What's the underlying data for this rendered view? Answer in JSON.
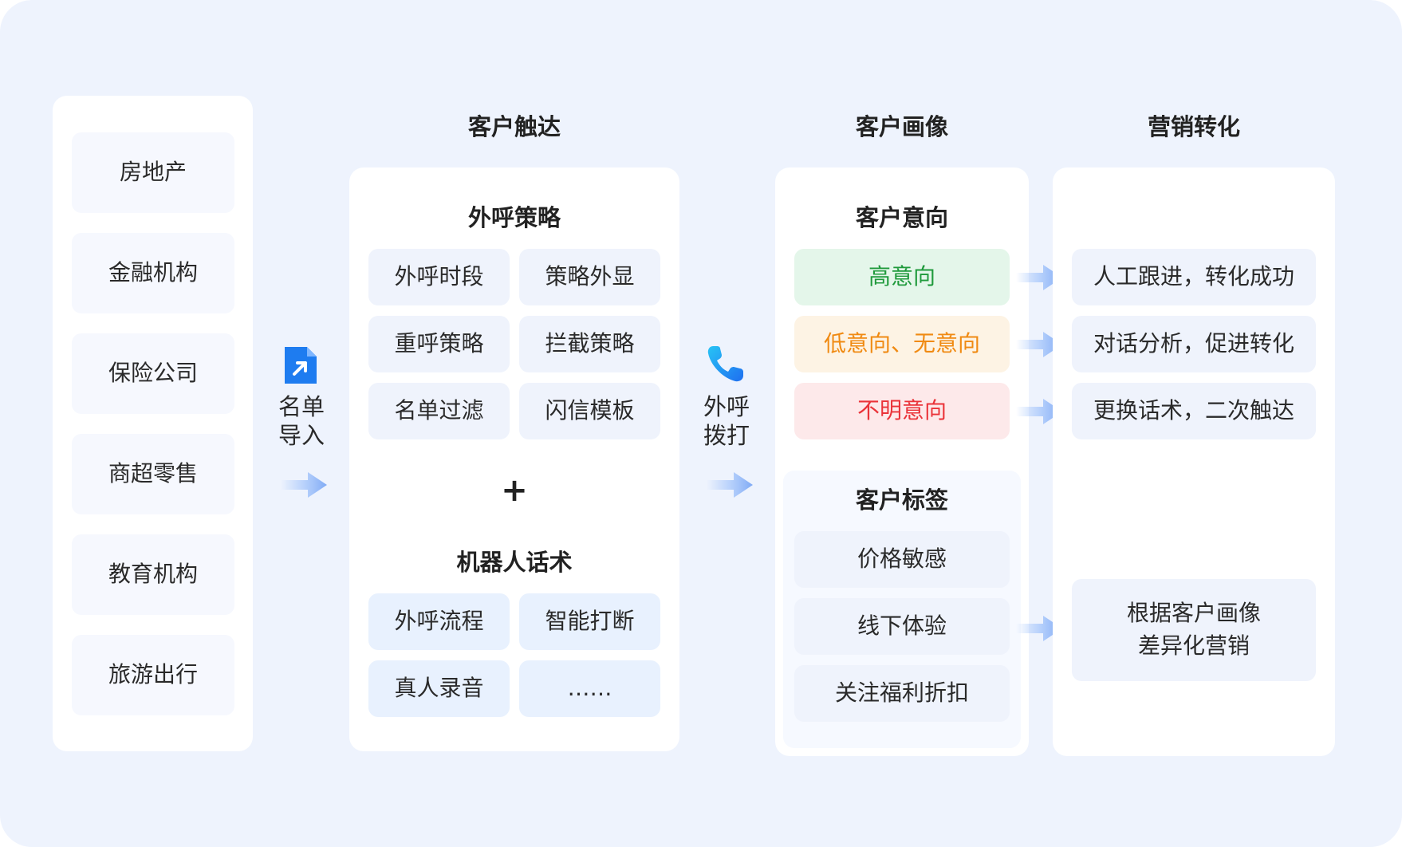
{
  "industries": [
    "房地产",
    "金融机构",
    "保险公司",
    "商超零售",
    "教育机构",
    "旅游出行"
  ],
  "import_label": "名单\n导入",
  "dial_label": "外呼\n拨打",
  "headers": {
    "reach": "客户触达",
    "portrait": "客户画像",
    "conversion": "营销转化"
  },
  "reach": {
    "strategy_title": "外呼策略",
    "strategy_items": [
      "外呼时段",
      "策略外显",
      "重呼策略",
      "拦截策略",
      "名单过滤",
      "闪信模板"
    ],
    "plus": "+",
    "script_title": "机器人话术",
    "script_items": [
      "外呼流程",
      "智能打断",
      "真人录音",
      "……"
    ]
  },
  "portrait": {
    "intent_title": "客户意向",
    "intents": [
      {
        "label": "高意向",
        "color": "#1f9a3c"
      },
      {
        "label": "低意向、无意向",
        "color": "#f08a12"
      },
      {
        "label": "不明意向",
        "color": "#ea3339"
      }
    ],
    "tags_title": "客户标签",
    "tags": [
      "价格敏感",
      "线下体验",
      "关注福利折扣"
    ]
  },
  "conversion": {
    "actions": [
      "人工跟进，转化成功",
      "对话分析，促进转化",
      "更换话术，二次触达"
    ],
    "portrait_action": "根据客户画像\n差异化营销"
  },
  "colors": {
    "background": "#eef3fd",
    "chip": "#eff3fc",
    "accent_blue": "#1e7cf0",
    "arrow": "#8fb6f7"
  },
  "icons": {
    "import": "document-import-icon",
    "dial": "phone-icon",
    "flow": "right-arrow-icon"
  }
}
